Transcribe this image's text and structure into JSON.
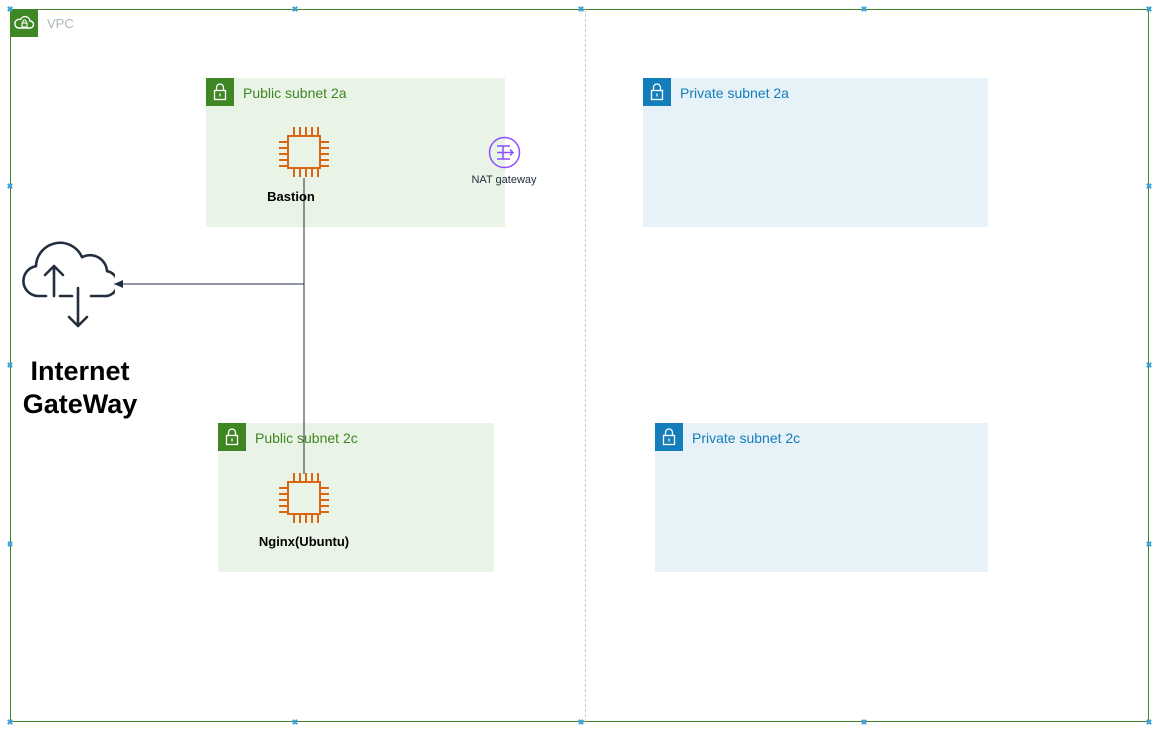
{
  "vpc": {
    "label": "VPC",
    "icon": "cloud-lock-icon",
    "color": "#3f8624"
  },
  "subnets": [
    {
      "label": "Public subnet 2a",
      "kind": "public",
      "icon": "lock-icon"
    },
    {
      "label": "Private subnet 2a",
      "kind": "private",
      "icon": "lock-icon"
    },
    {
      "label": "Public subnet 2c",
      "kind": "public",
      "icon": "lock-icon"
    },
    {
      "label": "Private subnet 2c",
      "kind": "private",
      "icon": "lock-icon"
    }
  ],
  "nodes": {
    "bastion": {
      "label": "Bastion",
      "icon": "ec2-instance-icon",
      "color": "#d86613"
    },
    "nginx": {
      "label": "Nginx(Ubuntu)",
      "icon": "ec2-instance-icon",
      "color": "#d86613"
    },
    "nat": {
      "label": "NAT gateway",
      "icon": "nat-gateway-icon",
      "color": "#8c4fff"
    }
  },
  "igw": {
    "label": "Internet GateWay",
    "icon": "internet-gateway-cloud-icon"
  },
  "colors": {
    "public": "#e9f3e6",
    "private": "#e6f2f8",
    "public_accent": "#3f8624",
    "private_accent": "#147eba"
  }
}
